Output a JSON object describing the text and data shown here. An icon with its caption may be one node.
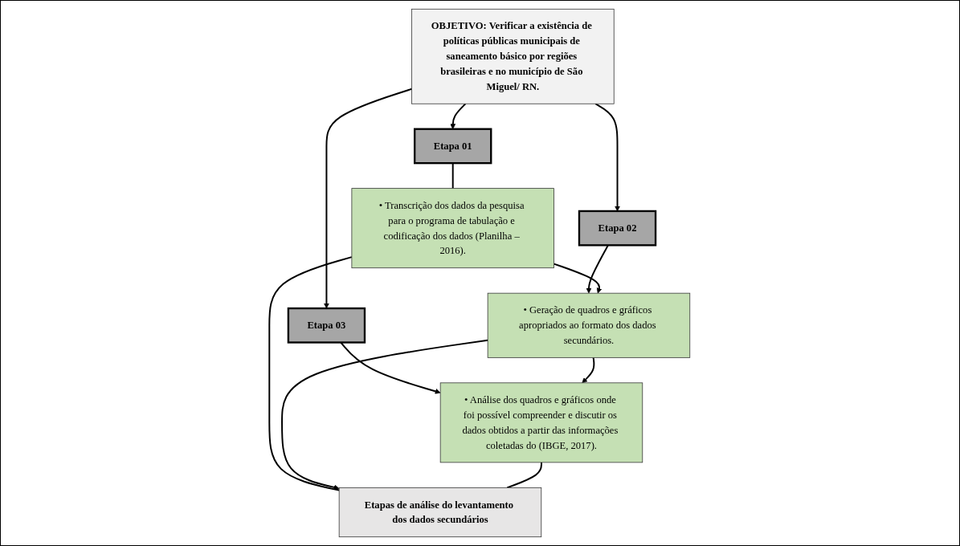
{
  "diagram": {
    "nodes": [
      {
        "text": [
          "OBJETIVO: Verificar a existência de políticas públicas municipais de saneamento básico por regiões brasileiras e no município de São Miguel/ RN."
        ]
      },
      {
        "text": [
          "Etapa 01"
        ]
      },
      {
        "text": [
          "Etapa 02"
        ]
      },
      {
        "text": [
          "Etapa 03"
        ]
      },
      {
        "text": [
          "• Transcrição dos dados da pesquisa para o programa de tabulação e codificação dos dados (Planilha – 2016)."
        ]
      },
      {
        "text": [
          "• Geração de quadros e gráficos apropriados ao formato dos dados secundários."
        ]
      },
      {
        "text": [
          "• Análise dos quadros e gráficos onde foi possível compreender e discutir os dados obtidos a partir das informações coletadas do (IBGE, 2017)."
        ]
      },
      {
        "text": [
          "Etapas de análise do levantamento dos dados secundários"
        ]
      }
    ],
    "edges": [
      {
        "from": 0,
        "to": 1,
        "arrow": "to"
      },
      {
        "from": 0,
        "to": 2,
        "arrow": "to"
      },
      {
        "from": 0,
        "to": 3,
        "arrow": "to"
      },
      {
        "from": 1,
        "to": 4,
        "arrow": "none"
      },
      {
        "from": 2,
        "to": 5,
        "arrow": "to"
      },
      {
        "from": 3,
        "to": 6,
        "arrow": "to"
      },
      {
        "from": 4,
        "to": 5,
        "arrow": "to"
      },
      {
        "from": 5,
        "to": 6,
        "arrow": "to"
      },
      {
        "from": 4,
        "to": 7,
        "arrow": "none"
      },
      {
        "from": 5,
        "to": 7,
        "arrow": "to"
      },
      {
        "from": 6,
        "to": 7,
        "arrow": "none"
      }
    ]
  }
}
